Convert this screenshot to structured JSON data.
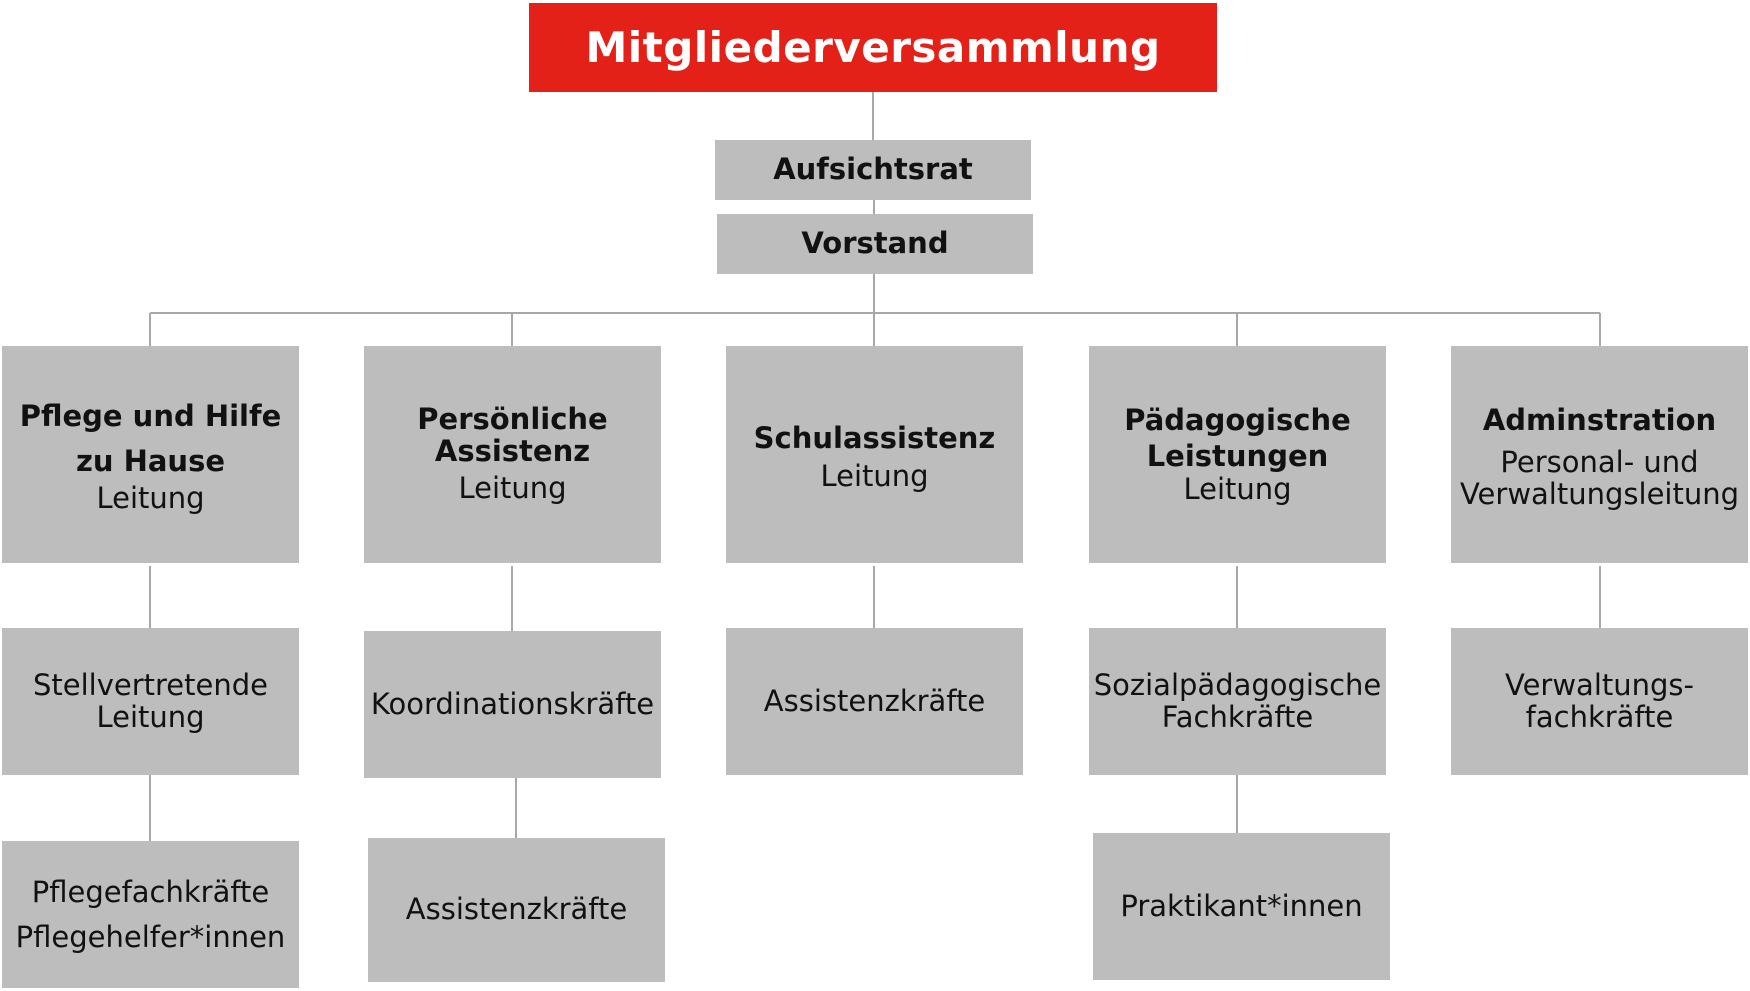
{
  "top": {
    "title": "Mitgliederversammlung",
    "color": "#e32119"
  },
  "board": {
    "label": "Aufsichtsrat"
  },
  "executive": {
    "label": "Vorstand"
  },
  "departments": [
    {
      "title_lines": [
        "Pflege und Hilfe",
        "zu Hause"
      ],
      "subtitle_lines": [
        "Leitung"
      ],
      "children": [
        {
          "lines": [
            "Stellvertretende",
            "Leitung"
          ]
        },
        {
          "lines": [
            "Pflegefachkräfte",
            "Pflegehelfer*innen"
          ]
        }
      ]
    },
    {
      "title_lines": [
        "Persönliche",
        "Assistenz"
      ],
      "subtitle_lines": [
        "Leitung"
      ],
      "children": [
        {
          "lines": [
            "Koordinationskräfte"
          ]
        },
        {
          "lines": [
            "Assistenzkräfte"
          ]
        }
      ]
    },
    {
      "title_lines": [
        "Schulassistenz"
      ],
      "subtitle_lines": [
        "Leitung"
      ],
      "children": [
        {
          "lines": [
            "Assistenzkräfte"
          ]
        }
      ]
    },
    {
      "title_lines": [
        "Pädagogische",
        "Leistungen"
      ],
      "subtitle_lines": [
        "Leitung"
      ],
      "children": [
        {
          "lines": [
            "Sozialpädagogische",
            "Fachkräfte"
          ]
        },
        {
          "lines": [
            "Praktikant*innen"
          ]
        }
      ]
    },
    {
      "title_lines": [
        "Adminstration"
      ],
      "subtitle_lines": [
        "Personal- und",
        "Verwaltungsleitung"
      ],
      "children": [
        {
          "lines": [
            "Verwaltungs-",
            "fachkräfte"
          ]
        }
      ]
    }
  ],
  "colors": {
    "box": "#bdbdbd",
    "connector": "#a8a8a8"
  }
}
